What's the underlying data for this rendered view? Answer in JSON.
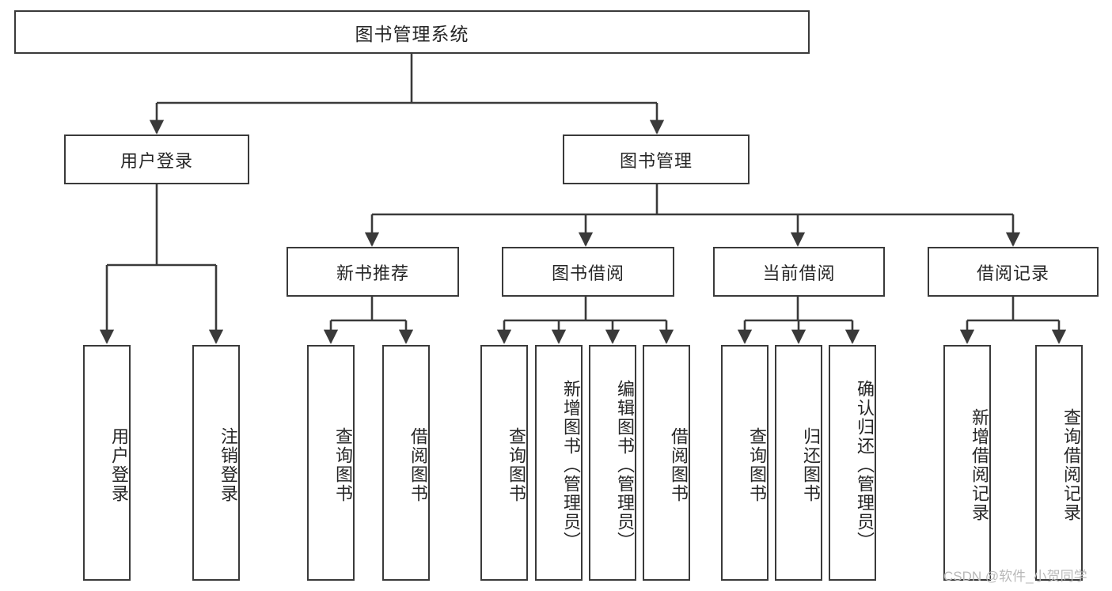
{
  "diagram": {
    "title": "图书管理系统",
    "stroke_color": "#3a3a3a",
    "text_color": "#262626",
    "background": "#ffffff",
    "root": {
      "label": "图书管理系统"
    },
    "level2": [
      {
        "label": "用户登录"
      },
      {
        "label": "图书管理"
      }
    ],
    "level3": [
      {
        "label": "新书推荐"
      },
      {
        "label": "图书借阅"
      },
      {
        "label": "当前借阅"
      },
      {
        "label": "借阅记录"
      }
    ],
    "leaves": [
      {
        "label": "用户登录",
        "parent": "用户登录"
      },
      {
        "label": "注销登录",
        "parent": "用户登录"
      },
      {
        "label": "查询图书",
        "parent": "新书推荐"
      },
      {
        "label": "借阅图书",
        "parent": "新书推荐"
      },
      {
        "label": "查询图书",
        "parent": "图书借阅"
      },
      {
        "label": "新增图书（管理员）",
        "parent": "图书借阅"
      },
      {
        "label": "编辑图书（管理员）",
        "parent": "图书借阅"
      },
      {
        "label": "借阅图书",
        "parent": "图书借阅"
      },
      {
        "label": "查询图书",
        "parent": "当前借阅"
      },
      {
        "label": "归还图书",
        "parent": "当前借阅"
      },
      {
        "label": "确认归还（管理员）",
        "parent": "当前借阅"
      },
      {
        "label": "新增借阅记录",
        "parent": "借阅记录"
      },
      {
        "label": "查询借阅记录",
        "parent": "借阅记录"
      }
    ]
  },
  "watermark": {
    "text": "CSDN @软件_小贺同学",
    "color": "#b9b9b9"
  }
}
